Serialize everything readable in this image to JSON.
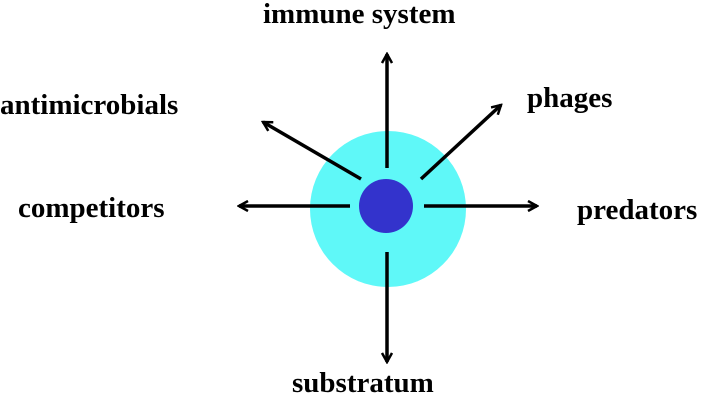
{
  "diagram": {
    "labels": {
      "top": "immune system",
      "upper_left": "antimicrobials",
      "upper_right": "phages",
      "left": "competitors",
      "right": "predators",
      "bottom": "substratum"
    },
    "colors": {
      "outer_circle": "#5ff8f8",
      "inner_circle": "#3333cc",
      "arrows": "#000000"
    }
  }
}
